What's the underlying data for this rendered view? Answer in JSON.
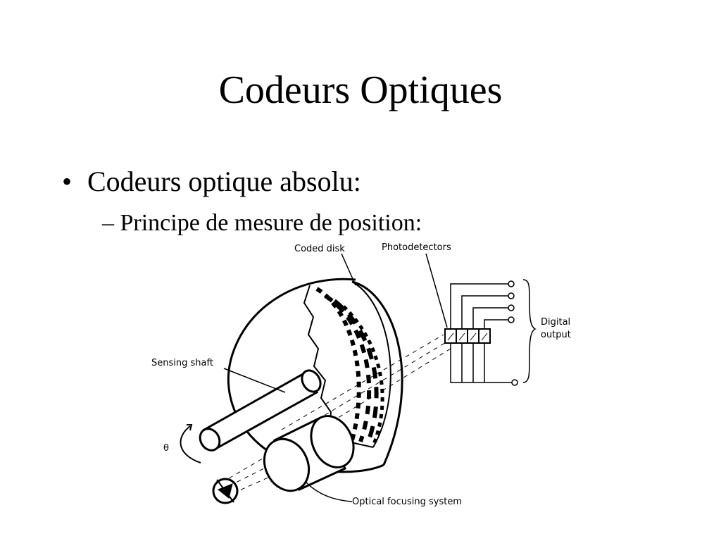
{
  "slide": {
    "title": "Codeurs Optiques",
    "bullet_marker": "•",
    "bullet": "Codeurs optique absolu:",
    "sub_marker": "–",
    "sub": "Principe de mesure de position:"
  },
  "diagram": {
    "labels": {
      "coded_disk": "Coded disk",
      "photodetectors": "Photodetectors",
      "digital": "Digital",
      "output": "output",
      "sensing_shaft": "Sensing shaft",
      "theta": "θ",
      "optical_focusing": "Optical focusing system"
    }
  }
}
